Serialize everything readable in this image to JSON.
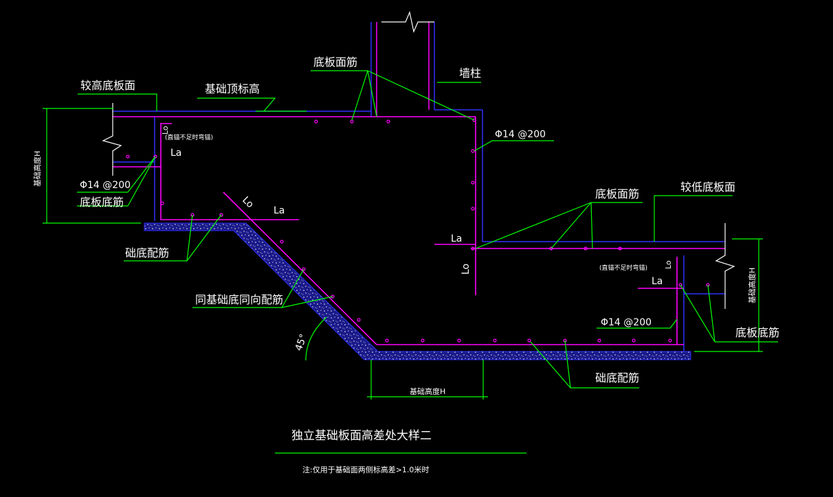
{
  "labels": {
    "higher_slab_top": "较高底板面",
    "foundation_top_elev": "基础顶标高",
    "slab_top_bar_1": "底板面筋",
    "wall_column": "墙柱",
    "note_straight_anchor_1": "(直锚不足时弯锚)",
    "lo_top_left": "Lo",
    "la_top_left": "La",
    "rebar_phi14_1": "Φ14 @200",
    "rebar_phi14_2": "Φ14 @200",
    "slab_bottom_bar_1": "底板底筋",
    "foundation_height_left": "基础高度H",
    "lo_slope": "Lo",
    "la_slope": "La",
    "base_bar_1": "础底配筋",
    "same_direction_bar": "同基础底同向配筋",
    "angle_45": "45°",
    "slab_top_bar_2": "底板面筋",
    "lower_slab_top": "较低底板面",
    "la_mid": "La",
    "lo_mid": "Lo",
    "note_straight_anchor_2": "(直锚不足时弯锚)",
    "lo_right": "Lo",
    "la_right": "La",
    "foundation_height_right": "基础高度H",
    "slab_bottom_bar_2": "底板底筋",
    "rebar_phi14_3": "Φ14 @200",
    "base_bar_2": "础底配筋",
    "foundation_height_bottom": "基础高度H",
    "title": "独立基础板面高差处大样二",
    "note": "注:仅用于基础面两侧标高差>1.0米时"
  },
  "colors": {
    "background": "#000000",
    "rebar": "#ff00ff",
    "concrete_outline": "#3030ff",
    "leader": "#00ff00",
    "text": "#ffffff",
    "break_line": "#ffffff",
    "gravel": "#3a3aff"
  }
}
